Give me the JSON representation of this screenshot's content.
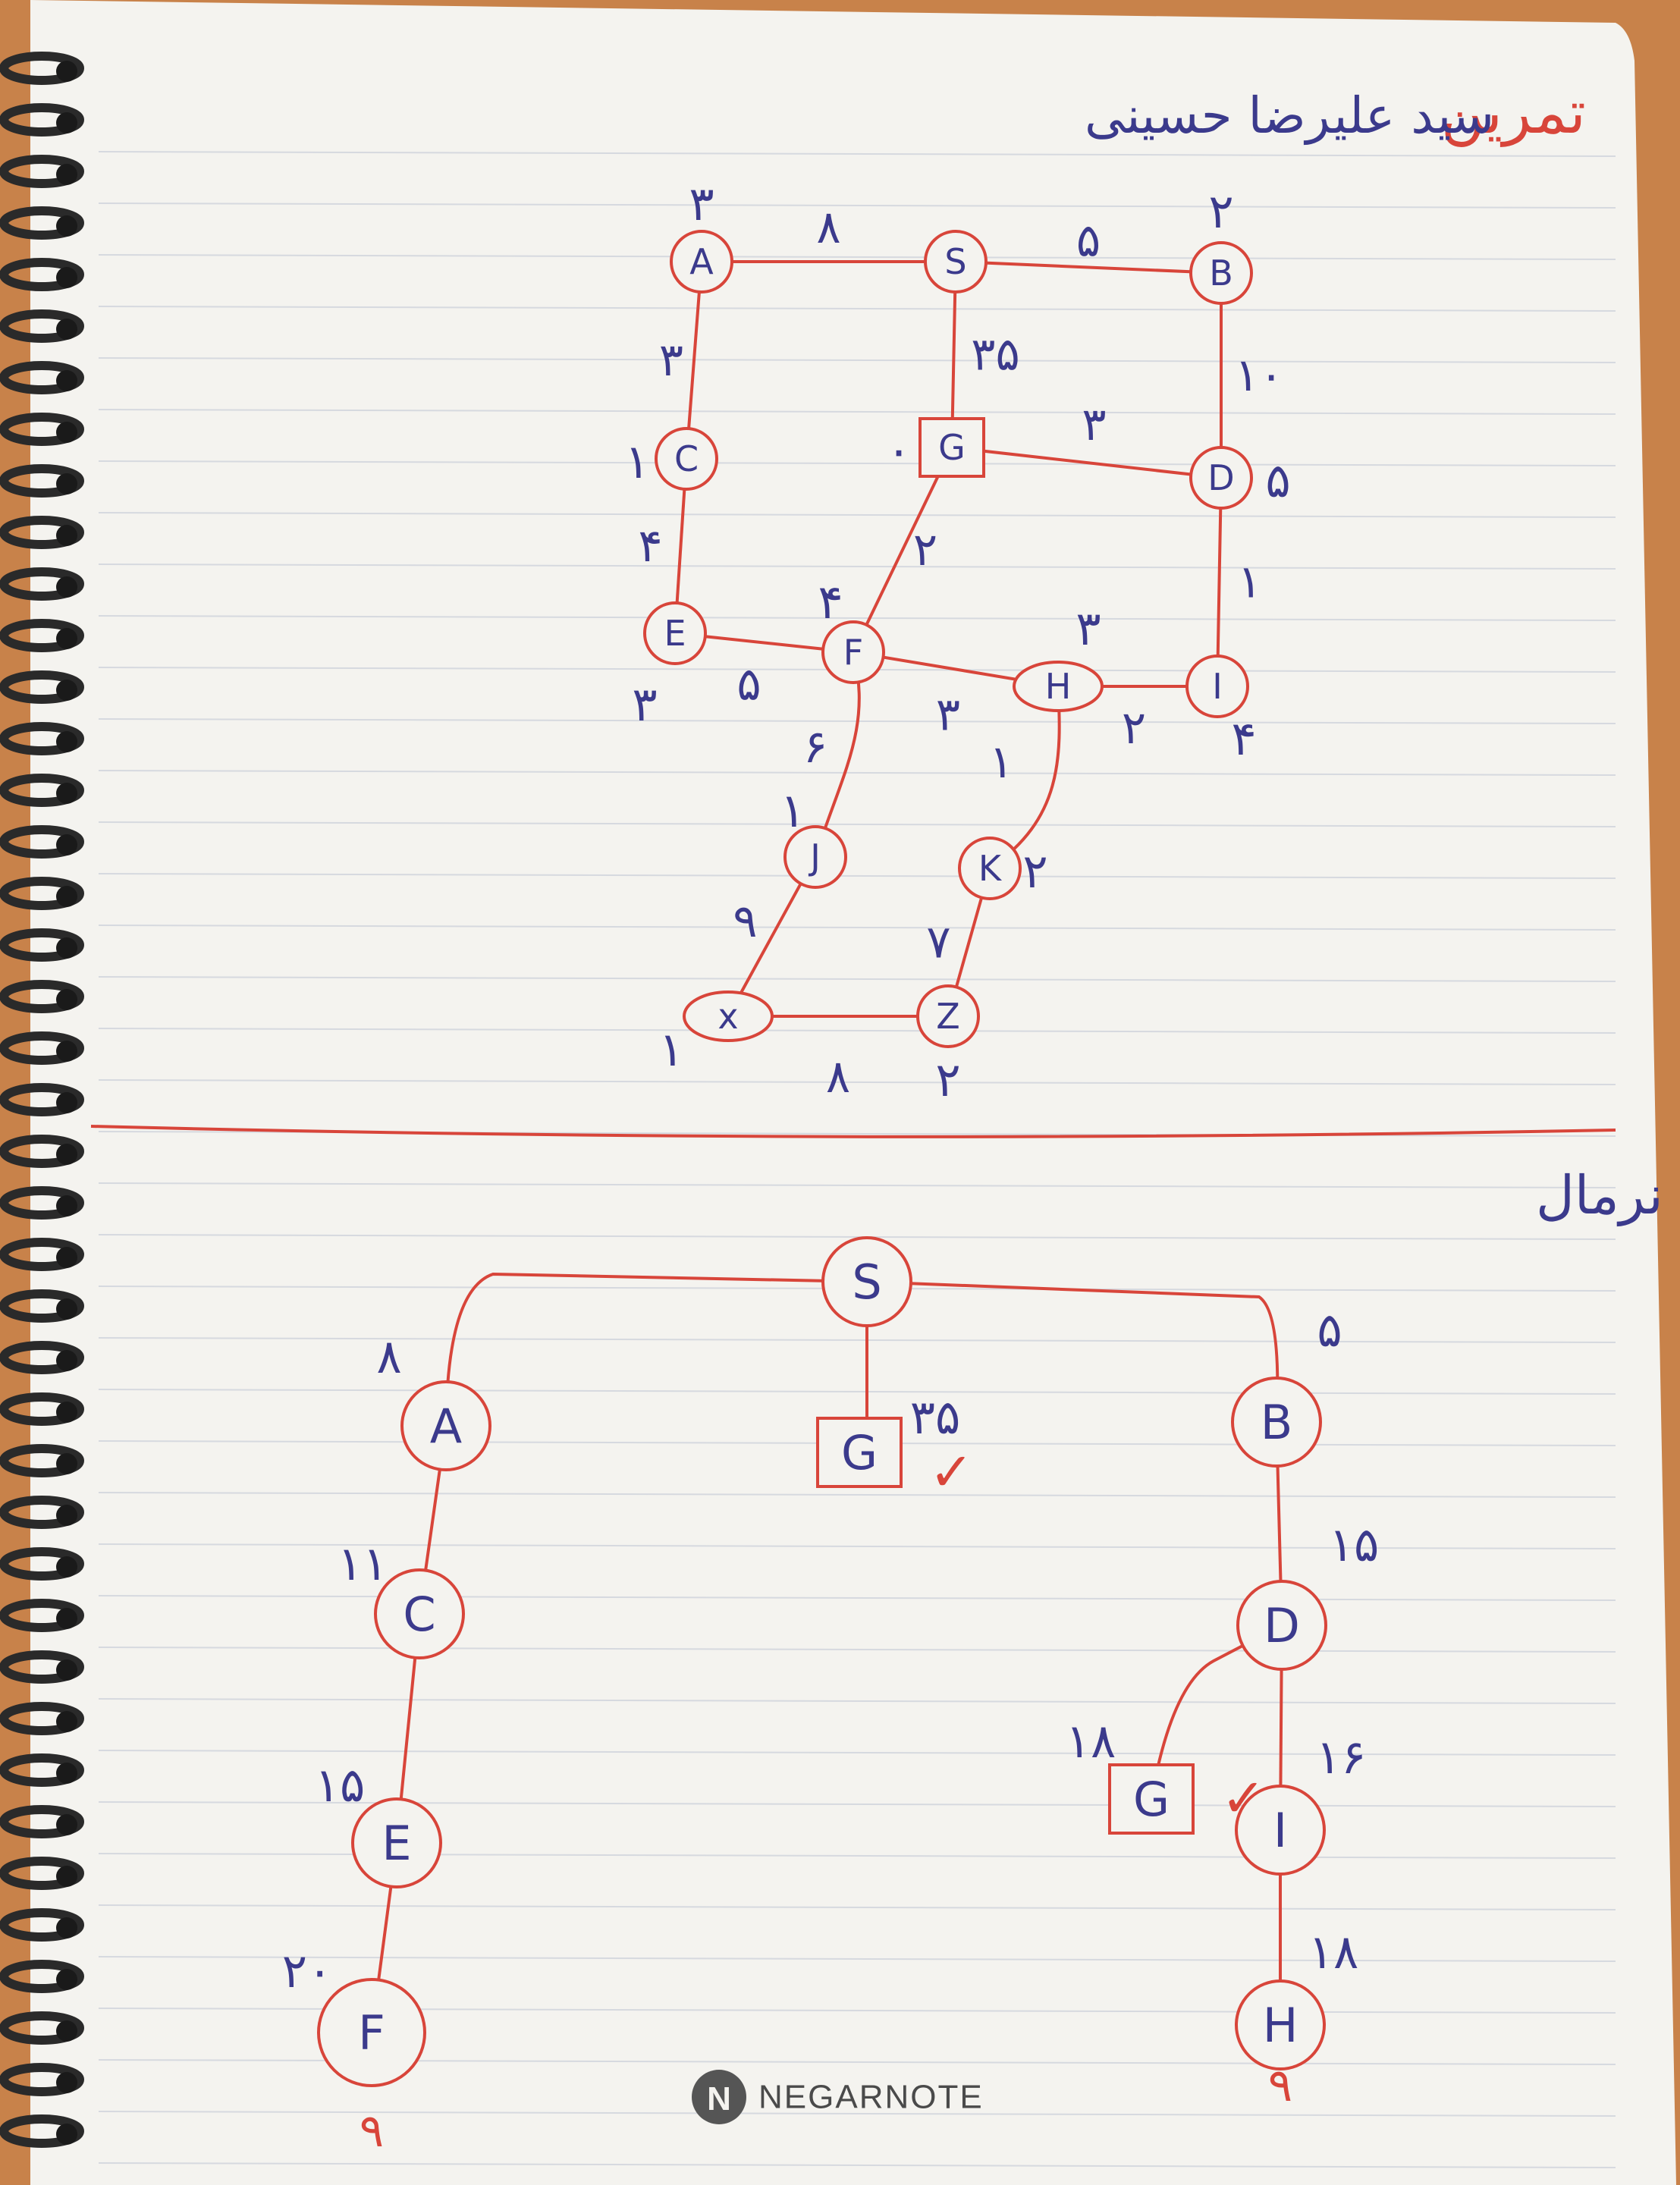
{
  "header": {
    "title_right": "تمرین",
    "title_left": "سید علیرضا حسینی"
  },
  "graph": {
    "nodes": [
      {
        "id": "A",
        "label": "A",
        "h": "3"
      },
      {
        "id": "S",
        "label": "S",
        "h": ""
      },
      {
        "id": "B",
        "label": "B",
        "h": "2"
      },
      {
        "id": "C",
        "label": "C",
        "h": "1"
      },
      {
        "id": "G",
        "label": "G",
        "h": "0"
      },
      {
        "id": "D",
        "label": "D",
        "h": "5"
      },
      {
        "id": "E",
        "label": "E",
        "h": "3"
      },
      {
        "id": "F",
        "label": "F",
        "h": "4"
      },
      {
        "id": "H",
        "label": "H",
        "h": "3"
      },
      {
        "id": "I",
        "label": "I",
        "h": "4"
      },
      {
        "id": "J",
        "label": "J",
        "h": "1"
      },
      {
        "id": "K",
        "label": "K",
        "h": "2"
      },
      {
        "id": "X",
        "label": "x",
        "h": "1"
      },
      {
        "id": "Z",
        "label": "Z",
        "h": "2"
      }
    ],
    "edges": [
      {
        "from": "A",
        "to": "S",
        "w": "8"
      },
      {
        "from": "S",
        "to": "B",
        "w": "5"
      },
      {
        "from": "A",
        "to": "C",
        "w": "3"
      },
      {
        "from": "S",
        "to": "G",
        "w": "35"
      },
      {
        "from": "B",
        "to": "D",
        "w": "10"
      },
      {
        "from": "G",
        "to": "D",
        "w": "3"
      },
      {
        "from": "C",
        "to": "E",
        "w": "4"
      },
      {
        "from": "G",
        "to": "F",
        "w": "2"
      },
      {
        "from": "D",
        "to": "I",
        "w": "1"
      },
      {
        "from": "E",
        "to": "F",
        "w": "5"
      },
      {
        "from": "F",
        "to": "H",
        "w": "3"
      },
      {
        "from": "H",
        "to": "I",
        "w": "2"
      },
      {
        "from": "F",
        "to": "J",
        "w": "6"
      },
      {
        "from": "H",
        "to": "K",
        "w": "1"
      },
      {
        "from": "J",
        "to": "X",
        "w": "9"
      },
      {
        "from": "K",
        "to": "Z",
        "w": "7"
      },
      {
        "from": "X",
        "to": "Z",
        "w": "8"
      }
    ]
  },
  "solution": {
    "title": "حل با الگوریتم شاخه و حد نرمال",
    "nodes": [
      {
        "id": "S",
        "label": "S",
        "cost": ""
      },
      {
        "id": "A",
        "label": "A",
        "cost": "8"
      },
      {
        "id": "G1",
        "label": "G",
        "cost": "35"
      },
      {
        "id": "B",
        "label": "B",
        "cost": "5"
      },
      {
        "id": "C",
        "label": "C",
        "cost": "11"
      },
      {
        "id": "D",
        "label": "D",
        "cost": "15"
      },
      {
        "id": "E",
        "label": "E",
        "cost": "15"
      },
      {
        "id": "G2",
        "label": "G",
        "cost": "18"
      },
      {
        "id": "I",
        "label": "I",
        "cost": "16"
      },
      {
        "id": "F",
        "label": "F",
        "cost": "20"
      },
      {
        "id": "H",
        "label": "H",
        "cost": "18"
      }
    ],
    "checkmark": "✓",
    "pruned_mark": "9"
  },
  "watermark": {
    "text": "NEGARNOTE",
    "logo_letter": "N"
  }
}
